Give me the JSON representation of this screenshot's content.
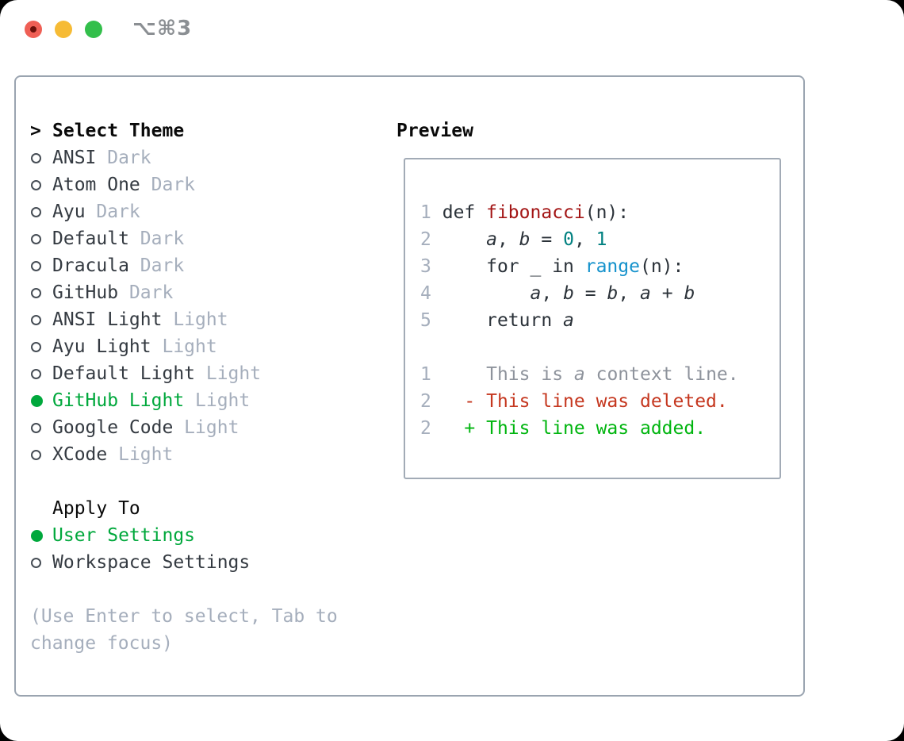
{
  "window": {
    "title": "⌥⌘3"
  },
  "traffic_lights": {
    "red": "#ef5f55",
    "red_dot": "#6b100a",
    "yellow": "#f6bb35",
    "green": "#33bf4b"
  },
  "theme_picker": {
    "prompt": ">",
    "title": "Select Theme",
    "items": [
      {
        "name": "ANSI",
        "variant": "Dark",
        "selected": false
      },
      {
        "name": "Atom One",
        "variant": "Dark",
        "selected": false
      },
      {
        "name": "Ayu",
        "variant": "Dark",
        "selected": false
      },
      {
        "name": "Default",
        "variant": "Dark",
        "selected": false
      },
      {
        "name": "Dracula",
        "variant": "Dark",
        "selected": false
      },
      {
        "name": "GitHub",
        "variant": "Dark",
        "selected": false
      },
      {
        "name": "ANSI Light",
        "variant": "Light",
        "selected": false
      },
      {
        "name": "Ayu Light",
        "variant": "Light",
        "selected": false
      },
      {
        "name": "Default Light",
        "variant": "Light",
        "selected": false
      },
      {
        "name": "GitHub Light",
        "variant": "Light",
        "selected": true
      },
      {
        "name": "Google Code",
        "variant": "Light",
        "selected": false
      },
      {
        "name": "XCode",
        "variant": "Light",
        "selected": false
      }
    ]
  },
  "apply_to": {
    "title": "Apply To",
    "options": [
      {
        "label": "User Settings",
        "selected": true
      },
      {
        "label": "Workspace Settings",
        "selected": false
      }
    ]
  },
  "hint": {
    "line1": "(Use Enter to select, Tab to",
    "line2": "change focus)"
  },
  "preview": {
    "title": "Preview",
    "code_lines": [
      {
        "num": "1",
        "tokens": [
          {
            "t": "def ",
            "s": "plain"
          },
          {
            "t": "fibonacci",
            "s": "func"
          },
          {
            "t": "(n):",
            "s": "plain"
          }
        ]
      },
      {
        "num": "2",
        "tokens": [
          {
            "t": "    ",
            "s": "plain"
          },
          {
            "t": "a",
            "s": "var"
          },
          {
            "t": ", ",
            "s": "plain"
          },
          {
            "t": "b",
            "s": "var"
          },
          {
            "t": " = ",
            "s": "plain"
          },
          {
            "t": "0",
            "s": "num"
          },
          {
            "t": ", ",
            "s": "plain"
          },
          {
            "t": "1",
            "s": "num"
          }
        ]
      },
      {
        "num": "3",
        "tokens": [
          {
            "t": "    for _ in ",
            "s": "plain"
          },
          {
            "t": "range",
            "s": "builtin"
          },
          {
            "t": "(n):",
            "s": "plain"
          }
        ]
      },
      {
        "num": "4",
        "tokens": [
          {
            "t": "        ",
            "s": "plain"
          },
          {
            "t": "a",
            "s": "var"
          },
          {
            "t": ", ",
            "s": "plain"
          },
          {
            "t": "b",
            "s": "var"
          },
          {
            "t": " = ",
            "s": "plain"
          },
          {
            "t": "b",
            "s": "var"
          },
          {
            "t": ", ",
            "s": "plain"
          },
          {
            "t": "a",
            "s": "var"
          },
          {
            "t": " + ",
            "s": "plain"
          },
          {
            "t": "b",
            "s": "var"
          }
        ]
      },
      {
        "num": "5",
        "tokens": [
          {
            "t": "    return ",
            "s": "plain"
          },
          {
            "t": "a",
            "s": "var"
          }
        ]
      },
      {
        "num": "",
        "tokens": []
      },
      {
        "num": "1",
        "tokens": [
          {
            "t": "    This is ",
            "s": "ctx"
          },
          {
            "t": "a",
            "s": "ctx-var"
          },
          {
            "t": " context line.",
            "s": "ctx"
          }
        ]
      },
      {
        "num": "2",
        "tokens": [
          {
            "t": "  - This line was deleted.",
            "s": "del"
          }
        ]
      },
      {
        "num": "2",
        "tokens": [
          {
            "t": "  + This line was added.",
            "s": "add"
          }
        ]
      }
    ]
  },
  "colors": {
    "selection_green": "#00a83c",
    "added_green": "#00b50f",
    "deleted_red": "#c5371f",
    "function_red": "#a31515",
    "number_teal": "#008080",
    "builtin_blue": "#1592cc",
    "muted_gray": "#a5aebc",
    "context_gray": "#8e939c",
    "text_dark": "#343a41",
    "code_dark": "#2b3239",
    "border_gray": "#9aa4b0",
    "title_gray": "#8b8f93"
  }
}
